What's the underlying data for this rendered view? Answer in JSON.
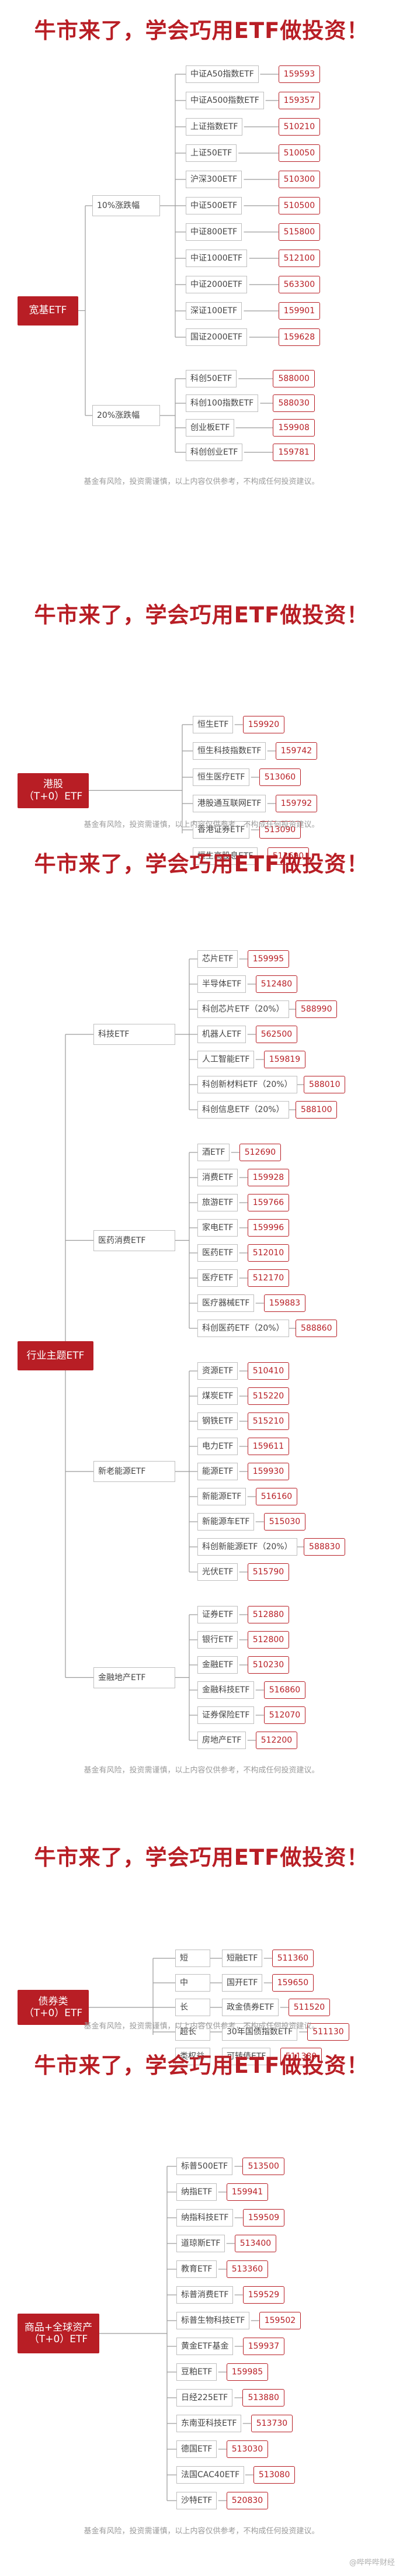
{
  "title": "牛市来了，学会巧用ETF做投资！",
  "disclaimer": "基金有风险，投资需谨慎，以上内容仅供参考，不构成任何投资建议。",
  "watermark": "@哔哔哔财经",
  "sections": [
    {
      "root": "宽基ETF",
      "groups": [
        {
          "label": "10%涨跌幅",
          "items": [
            {
              "name": "中证A50指数ETF",
              "code": "159593"
            },
            {
              "name": "中证A500指数ETF",
              "code": "159357"
            },
            {
              "name": "上证指数ETF",
              "code": "510210"
            },
            {
              "name": "上证50ETF",
              "code": "510050"
            },
            {
              "name": "沪深300ETF",
              "code": "510300"
            },
            {
              "name": "中证500ETF",
              "code": "510500"
            },
            {
              "name": "中证800ETF",
              "code": "515800"
            },
            {
              "name": "中证1000ETF",
              "code": "512100"
            },
            {
              "name": "中证2000ETF",
              "code": "563300"
            },
            {
              "name": "深证100ETF",
              "code": "159901"
            },
            {
              "name": "国证2000ETF",
              "code": "159628"
            }
          ]
        },
        {
          "label": "20%涨跌幅",
          "items": [
            {
              "name": "科创50ETF",
              "code": "588000"
            },
            {
              "name": "科创100指数ETF",
              "code": "588030"
            },
            {
              "name": "创业板ETF",
              "code": "159908"
            },
            {
              "name": "科创创业ETF",
              "code": "159781"
            }
          ]
        }
      ]
    },
    {
      "root": "港股",
      "root2": "（T+0）ETF",
      "groups": [
        {
          "label": "",
          "items": [
            {
              "name": "恒生ETF",
              "code": "159920"
            },
            {
              "name": "恒生科技指数ETF",
              "code": "159742"
            },
            {
              "name": "恒生医疗ETF",
              "code": "513060"
            },
            {
              "name": "港股通互联网ETF",
              "code": "159792"
            },
            {
              "name": "香港证券ETF",
              "code": "513090"
            },
            {
              "name": "恒生高股息ETF",
              "code": "513690"
            }
          ]
        }
      ]
    },
    {
      "root": "行业主题ETF",
      "groups": [
        {
          "label": "科技ETF",
          "items": [
            {
              "name": "芯片ETF",
              "code": "159995"
            },
            {
              "name": "半导体ETF",
              "code": "512480"
            },
            {
              "name": "科创芯片ETF（20%）",
              "code": "588990"
            },
            {
              "name": "机器人ETF",
              "code": "562500"
            },
            {
              "name": "人工智能ETF",
              "code": "159819"
            },
            {
              "name": "科创新材料ETF（20%）",
              "code": "588010"
            },
            {
              "name": "科创信息ETF（20%）",
              "code": "588100"
            }
          ]
        },
        {
          "label": "医药消费ETF",
          "items": [
            {
              "name": "酒ETF",
              "code": "512690"
            },
            {
              "name": "消费ETF",
              "code": "159928"
            },
            {
              "name": "旅游ETF",
              "code": "159766"
            },
            {
              "name": "家电ETF",
              "code": "159996"
            },
            {
              "name": "医药ETF",
              "code": "512010"
            },
            {
              "name": "医疗ETF",
              "code": "512170"
            },
            {
              "name": "医疗器械ETF",
              "code": "159883"
            },
            {
              "name": "科创医药ETF（20%）",
              "code": "588860"
            }
          ]
        },
        {
          "label": "新老能源ETF",
          "items": [
            {
              "name": "资源ETF",
              "code": "510410"
            },
            {
              "name": "煤炭ETF",
              "code": "515220"
            },
            {
              "name": "钢铁ETF",
              "code": "515210"
            },
            {
              "name": "电力ETF",
              "code": "159611"
            },
            {
              "name": "能源ETF",
              "code": "159930"
            },
            {
              "name": "新能源ETF",
              "code": "516160"
            },
            {
              "name": "新能源车ETF",
              "code": "515030"
            },
            {
              "name": "科创新能源ETF（20%）",
              "code": "588830"
            },
            {
              "name": "光伏ETF",
              "code": "515790"
            }
          ]
        },
        {
          "label": "金融地产ETF",
          "items": [
            {
              "name": "证券ETF",
              "code": "512880"
            },
            {
              "name": "银行ETF",
              "code": "512800"
            },
            {
              "name": "金融ETF",
              "code": "510230"
            },
            {
              "name": "金融科技ETF",
              "code": "516860"
            },
            {
              "name": "证券保险ETF",
              "code": "512070"
            },
            {
              "name": "房地产ETF",
              "code": "512200"
            }
          ]
        }
      ]
    },
    {
      "root": "债券类",
      "root2": "（T+0）ETF",
      "groups": [
        {
          "label": "短",
          "items": [
            {
              "name": "短融ETF",
              "code": "511360"
            }
          ]
        },
        {
          "label": "中",
          "items": [
            {
              "name": "国开ETF",
              "code": "159650"
            }
          ]
        },
        {
          "label": "长",
          "items": [
            {
              "name": "政金债券ETF",
              "code": "511520"
            }
          ]
        },
        {
          "label": "超长",
          "items": [
            {
              "name": "30年国债指数ETF",
              "code": "511130"
            }
          ]
        },
        {
          "label": "类权益",
          "items": [
            {
              "name": "可转债ETF",
              "code": "511380"
            }
          ]
        }
      ]
    },
    {
      "root": "商品+全球资产",
      "root2": "（T+0）ETF",
      "groups": [
        {
          "label": "",
          "items": [
            {
              "name": "标普500ETF",
              "code": "513500"
            },
            {
              "name": "纳指ETF",
              "code": "159941"
            },
            {
              "name": "纳指科技ETF",
              "code": "159509"
            },
            {
              "name": "道琼斯ETF",
              "code": "513400"
            },
            {
              "name": "教育ETF",
              "code": "513360"
            },
            {
              "name": "标普消费ETF",
              "code": "159529"
            },
            {
              "name": "标普生物科技ETF",
              "code": "159502"
            },
            {
              "name": "黄金ETF基金",
              "code": "159937"
            },
            {
              "name": "豆粕ETF",
              "code": "159985"
            },
            {
              "name": "日经225ETF",
              "code": "513880"
            },
            {
              "name": "东南亚科技ETF",
              "code": "513730"
            },
            {
              "name": "德国ETF",
              "code": "513030"
            },
            {
              "name": "法国CAC40ETF",
              "code": "513080"
            },
            {
              "name": "沙特ETF",
              "code": "520830"
            }
          ]
        }
      ]
    }
  ]
}
